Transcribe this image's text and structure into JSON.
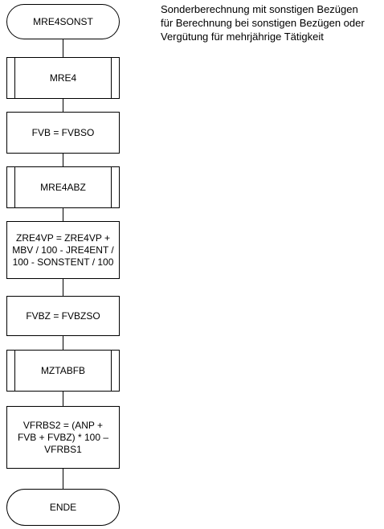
{
  "flowchart": {
    "start_label": "MRE4SONST",
    "note": "Sonderberechnung mit sonstigen Bezügen\nfür Berechnung bei sonstigen Bezügen oder\nVergütung für mehrjährige Tätigkeit",
    "steps": [
      {
        "label": "MRE4"
      },
      {
        "label": "FVB = FVBSO"
      },
      {
        "label": "MRE4ABZ"
      },
      {
        "label": "ZRE4VP = ZRE4VP +\nMBV / 100 - JRE4ENT /\n100 - SONSTENT / 100"
      },
      {
        "label": "FVBZ = FVBZSO"
      },
      {
        "label": "MZTABFB"
      },
      {
        "label": "VFRBS2 = (ANP +\nFVB + FVBZ) * 100 –\nVFRBS1"
      }
    ],
    "end_label": "ENDE"
  }
}
